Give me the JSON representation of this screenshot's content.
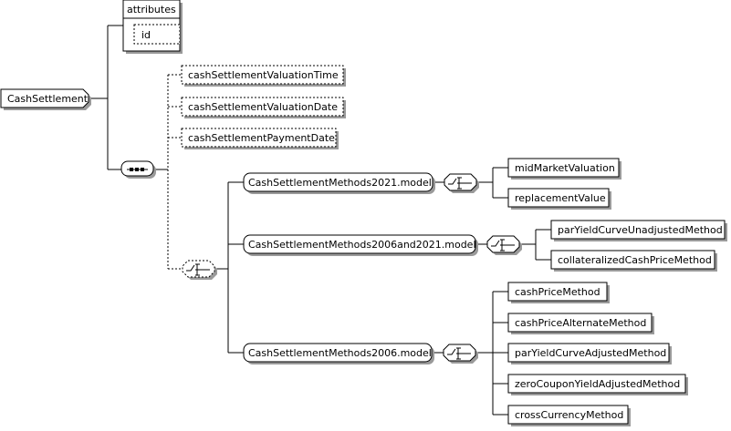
{
  "root": {
    "label": "CashSettlement"
  },
  "attributes": {
    "title": "attributes",
    "items": [
      "id"
    ]
  },
  "sequence": {
    "elements": [
      "cashSettlementValuationTime",
      "cashSettlementValuationDate",
      "cashSettlementPaymentDate"
    ]
  },
  "choice": {
    "groups": [
      {
        "label": "CashSettlementMethods2021.model",
        "children": [
          "midMarketValuation",
          "replacementValue"
        ]
      },
      {
        "label": "CashSettlementMethods2006and2021.model",
        "children": [
          "parYieldCurveUnadjustedMethod",
          "collateralizedCashPriceMethod"
        ]
      },
      {
        "label": "CashSettlementMethods2006.model",
        "children": [
          "cashPriceMethod",
          "cashPriceAlternateMethod",
          "parYieldCurveAdjustedMethod",
          "zeroCouponYieldAdjustedMethod",
          "crossCurrencyMethod"
        ]
      }
    ]
  }
}
